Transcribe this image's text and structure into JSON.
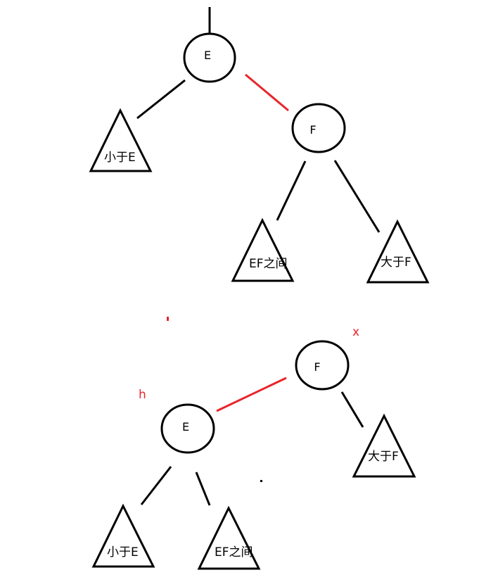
{
  "colors": {
    "stroke": "#000000",
    "highlight": "#e8262b",
    "background": "#ffffff"
  },
  "top_tree": {
    "root": {
      "label": "E"
    },
    "right_child": {
      "label": "F"
    },
    "subtrees": [
      {
        "label": "小于E"
      },
      {
        "label": "EF之间"
      },
      {
        "label": "大于F"
      }
    ]
  },
  "bottom_tree": {
    "root": {
      "label": "F"
    },
    "left_child": {
      "label": "E"
    },
    "subtrees": [
      {
        "label": "大于F"
      },
      {
        "label": "小于E"
      },
      {
        "label": "EF之间"
      }
    ],
    "annotations": {
      "x_mark": "x",
      "h_mark": "h"
    }
  }
}
